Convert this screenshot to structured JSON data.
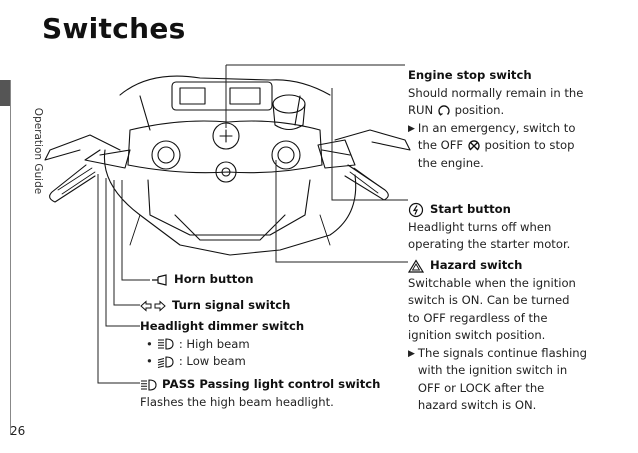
{
  "page": {
    "title": "Switches",
    "section_label": "Operation Guide",
    "page_number": "26"
  },
  "engine_stop": {
    "title": "Engine stop switch",
    "line1": "Should normally remain in the",
    "run_pre": "RUN",
    "run_post": "position.",
    "note1": "In an emergency, switch to",
    "note2_pre": "the OFF",
    "note2_post": "position to stop",
    "note3": "the engine."
  },
  "start_button": {
    "title": "Start button",
    "line1": "Headlight turns off when",
    "line2": "operating the starter motor."
  },
  "hazard_switch": {
    "title": "Hazard switch",
    "line1": "Switchable when the ignition",
    "line2": "switch is ON. Can be turned",
    "line3": "to OFF regardless of the",
    "line4": "ignition switch position.",
    "note1": "The signals continue flashing",
    "note2": "with the ignition switch in",
    "note3": "OFF or LOCK after the",
    "note4": "hazard switch is ON."
  },
  "horn_button": {
    "title": "Horn button"
  },
  "turn_signal_switch": {
    "title": "Turn signal switch"
  },
  "dimmer_switch": {
    "title": "Headlight dimmer switch",
    "high": ": High beam",
    "low": ": Low beam"
  },
  "passing_switch": {
    "pass_word": "PASS",
    "title": "Passing light control switch",
    "desc": "Flashes the high beam headlight."
  }
}
